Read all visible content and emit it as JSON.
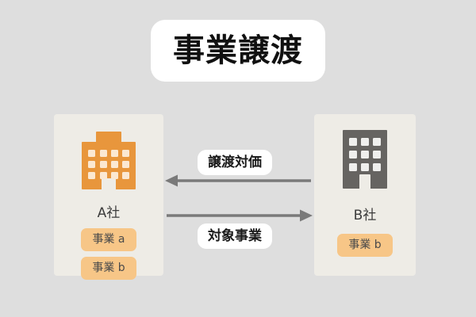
{
  "diagram": {
    "title": "事業譲渡",
    "background_color": "#dedede",
    "card_color": "#eeece6",
    "tag_color": "#f7c687",
    "arrow_color": "#7a7a7a",
    "accent_orange": "#e8963c",
    "accent_gray": "#666461"
  },
  "companies": [
    {
      "id": "company-a",
      "name": "A社",
      "icon": "office-building-icon",
      "icon_color": "#e8963c",
      "window_columns": 4,
      "window_rows": 3,
      "tags": [
        "事業 a",
        "事業 b"
      ]
    },
    {
      "id": "company-b",
      "name": "B社",
      "icon": "office-building-icon",
      "icon_color": "#666461",
      "window_columns": 3,
      "window_rows": 3,
      "tags": [
        "事業 b"
      ]
    }
  ],
  "flows": [
    {
      "id": "consideration",
      "label": "譲渡対価",
      "direction": "left",
      "from": "B社",
      "to": "A社"
    },
    {
      "id": "target-business",
      "label": "対象事業",
      "direction": "right",
      "from": "A社",
      "to": "B社"
    }
  ]
}
